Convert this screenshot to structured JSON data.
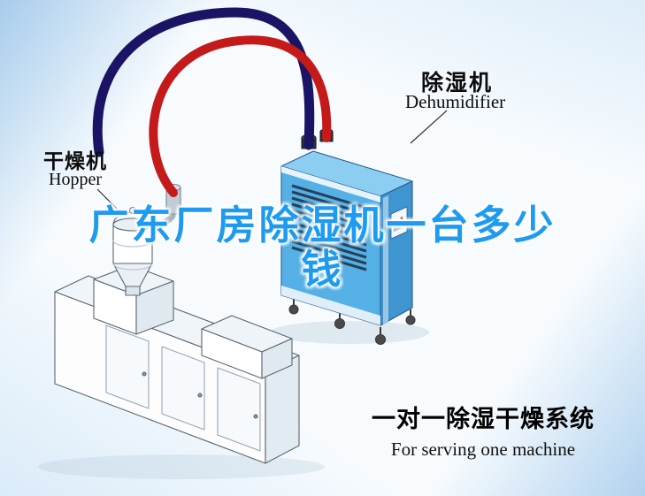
{
  "labels": {
    "hopper_cn": "干燥机",
    "hopper_en": "Hopper",
    "dehumidifier_cn": "除湿机",
    "dehumidifier_en": "Dehumidifier"
  },
  "watermark": {
    "full_text": "广东厂房除湿机一台多少钱",
    "lines": [
      "广东厂房除湿机一台多少",
      "钱"
    ],
    "color": "#1e9bf0"
  },
  "caption": {
    "title_cn": "一对一除湿干燥系统",
    "subtitle_en": "For serving one machine"
  },
  "colors": {
    "pipe_red": "#c41a1a",
    "pipe_navy": "#1b1464",
    "machine_blue": "#55b0e6",
    "machine_blue_dark": "#3e95cf",
    "machine_blue_light": "#8ccdf2",
    "background_tint": "#aecdea"
  }
}
